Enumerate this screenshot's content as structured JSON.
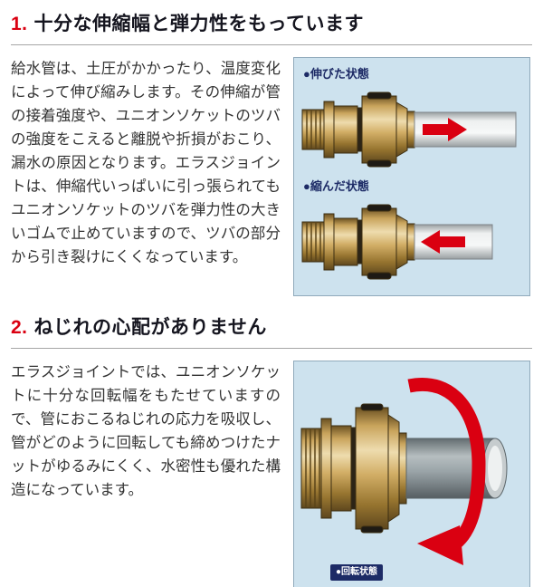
{
  "sections": [
    {
      "number": "1.",
      "title": "十分な伸縮幅と弾力性をもっています",
      "body": "給水管は、土圧がかかったり、温度変化によって伸び縮みします。その伸縮が管の接着強度や、ユニオンソケットのツバの強度をこえると離脱や折損がおこり、漏水の原因となります。エラスジョイントは、伸縮代いっぱいに引っ張られてもユニオンソケットのツバを弾力性の大きいゴムで止めていますので、ツバの部分から引き裂けにくくなっています。",
      "diagram": {
        "labels": [
          "●伸びた状態",
          "●縮んだ状態"
        ],
        "icons": [
          "arrow-right-icon",
          "arrow-left-icon"
        ]
      }
    },
    {
      "number": "2.",
      "title": "ねじれの心配がありません",
      "body": "エラスジョイントでは、ユニオンソケットに十分な回転幅をもたせていますので、管におこるねじれの応力を吸収し、管がどのように回転しても締めつけたナットがゆるみにくく、水密性も優れた構造になっています。",
      "diagram": {
        "labels": [
          "●回転状態"
        ],
        "icons": [
          "rotation-arrow-icon"
        ]
      }
    }
  ],
  "colors": {
    "accent_red": "#da0011",
    "heading_text": "#15151f",
    "body_text": "#333333",
    "diagram_background": "#cde2ee",
    "diagram_border": "#90aabb",
    "label_navy": "#1d2b66",
    "brass": "#c9a45c",
    "white_pipe": "#f6f8f8",
    "gray_pipe": "#9aa4a8"
  }
}
